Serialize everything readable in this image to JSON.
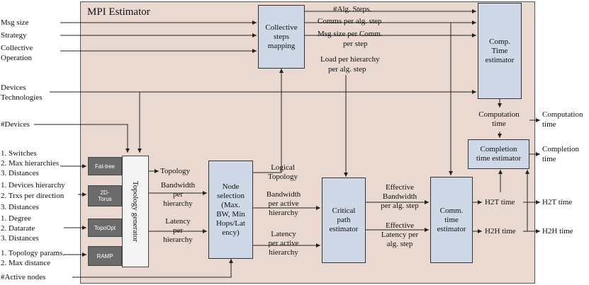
{
  "panel_title": "MPI Estimator",
  "inputs": {
    "msg_size": "Msg size",
    "strategy": "Strategy",
    "collective_op": [
      "Collective",
      "Operation"
    ],
    "devices_tech": [
      "Devices",
      "Technologies"
    ],
    "num_devices": "#Devices",
    "fat_tree_params": [
      "1. Switches",
      "2. Max hierarchies",
      "3. Distances"
    ],
    "torus_params": [
      "1. Devices hierarchy",
      "2. Trxs per direction",
      "3. Distances"
    ],
    "topoopt_params": [
      "1. Degree",
      "2. Datarate",
      "3. Distances"
    ],
    "ramp_params": [
      "1. Topology params.",
      "2. Max distance"
    ],
    "active_nodes": "#Active nodes"
  },
  "blocks": {
    "collective_mapping": [
      "Collective",
      "steps",
      "mapping"
    ],
    "comp_time_estimator": [
      "Comp.",
      "Time",
      "estimator"
    ],
    "topology_generator": "Topology generator",
    "fat_tree": "Fat-tree",
    "torus": [
      "2D-",
      "Torus"
    ],
    "topoopt": "TopoOpt",
    "ramp": "RAMP",
    "node_selection": [
      "Node",
      "selection",
      "(Max.",
      "BW, Min",
      "Hops/Lat",
      "ency)"
    ],
    "critical_path": [
      "Critical",
      "path",
      "estimator"
    ],
    "comm_time": [
      "Comm.",
      "time",
      "estimator"
    ],
    "completion_time": [
      "Completion",
      "time estimator"
    ]
  },
  "signals": {
    "alg_steps": "#Alg. Steps.",
    "comms_per_step": "Comms per alg. step",
    "msg_size_per_comm": [
      "Msg size per Comm.",
      "per step"
    ],
    "load_per_hierarchy": [
      "Load per hierarchy",
      "per  alg. step"
    ],
    "topology": "Topology",
    "bw_per_hierarchy": [
      "Bandwidth",
      "per",
      "hierarchy"
    ],
    "latency_per_hierarchy": [
      "Latency",
      "per",
      "hierarchy"
    ],
    "logical_topology": [
      "Logical",
      "Topology"
    ],
    "bw_per_active": [
      "Bandwidth",
      "per active",
      "hierarchy"
    ],
    "latency_per_active": [
      "Latency",
      "per active",
      "hierarchy"
    ],
    "eff_bw": [
      "Effective",
      "Bandwidth",
      "per alg. step"
    ],
    "eff_latency": [
      "Effective",
      "Latency per",
      "alg. step"
    ],
    "computation_time_inner": [
      "Computation",
      "time"
    ],
    "h2t_inner": "H2T time",
    "h2h_inner": "H2H time"
  },
  "outputs": {
    "computation_time": [
      "Computation",
      "time"
    ],
    "completion_time": [
      "Completion",
      "time"
    ],
    "h2t_time": "H2T time",
    "h2h_time": "H2H time"
  },
  "colors": {
    "panel": "#e9d9d0",
    "block": "#cfd8e6",
    "gray_block": "#6b6b6b"
  }
}
